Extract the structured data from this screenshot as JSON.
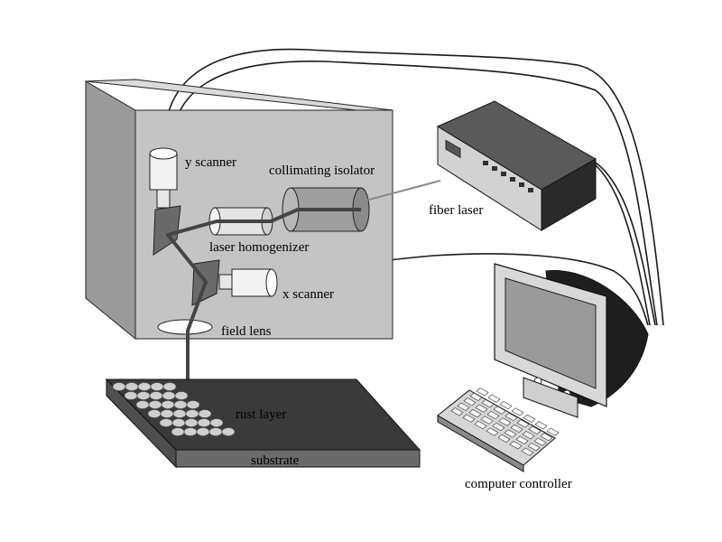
{
  "labels": {
    "y_scanner": "y scanner",
    "collimating_isolator": "collimating isolator",
    "fiber_laser": "fiber laser",
    "laser_homogenizer": "laser homogenizer",
    "x_scanner": "x  scanner",
    "field_lens": "field lens",
    "rust_layer": "rust layer",
    "substrate": "substrate",
    "computer_controller": "computer controller"
  },
  "colors": {
    "box_front": "#c4c4c4",
    "box_side": "#9a9a9a",
    "box_top": "#dadada",
    "substrate_top": "#3a3a3a",
    "rust_dots": "#cfcfcf",
    "beam": "#444444"
  }
}
